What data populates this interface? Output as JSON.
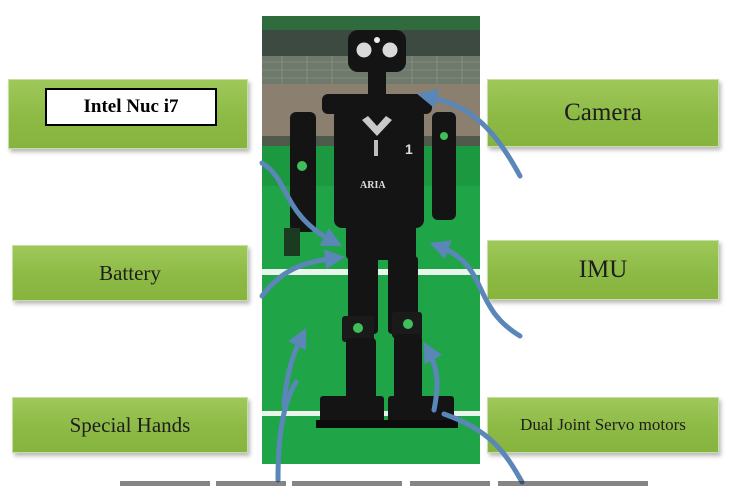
{
  "labels": {
    "intel": "Intel Nuc i7",
    "camera": "Camera",
    "battery": "Battery",
    "imu": "IMU",
    "special_hands": "Special Hands",
    "servo_motors": "Dual Joint Servo motors"
  },
  "robot": {
    "chest_brand": "ARIA",
    "chest_number": "1"
  },
  "colors": {
    "label_green": "#8dba45",
    "arrow_blue": "#5b86b8",
    "field_green": "#1fa548",
    "robot_black": "#141414"
  }
}
